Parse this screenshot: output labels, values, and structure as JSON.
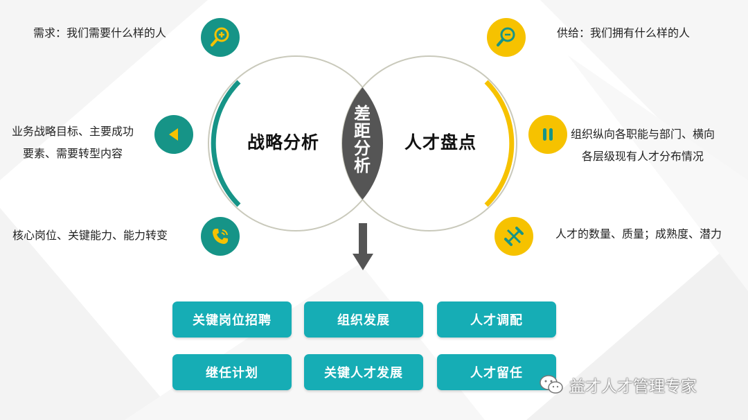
{
  "diagram": {
    "left_circle_title": "战略分析",
    "right_circle_title": "人才盘点",
    "overlap_label": "差距分析",
    "left_items": [
      {
        "text": "需求：我们需要什么样的人",
        "icon": "zoom-in-icon"
      },
      {
        "text": "业务战略目标、主要成功\n要素、需要转型内容",
        "icon": "play-left-icon"
      },
      {
        "text": "核心岗位、关键能力、能力转变",
        "icon": "phone-icon"
      }
    ],
    "right_items": [
      {
        "text": "供给：我们拥有什么样的人",
        "icon": "zoom-out-icon"
      },
      {
        "text": "组织纵向各职能与部门、横向\n各层级现有人才分布情况",
        "icon": "pause-icon"
      },
      {
        "text": "人才的数量、质量；成熟度、潜力",
        "icon": "dumbbell-icon"
      }
    ],
    "actions": [
      "关键岗位招聘",
      "组织发展",
      "人才调配",
      "继任计划",
      "关键人才发展",
      "人才留任"
    ]
  },
  "watermark": {
    "text": "益才人才管理专家",
    "icon": "wechat-icon"
  },
  "colors": {
    "teal": "#169487",
    "yellow": "#f6c200",
    "button": "#16adb5",
    "overlap": "#555555"
  }
}
